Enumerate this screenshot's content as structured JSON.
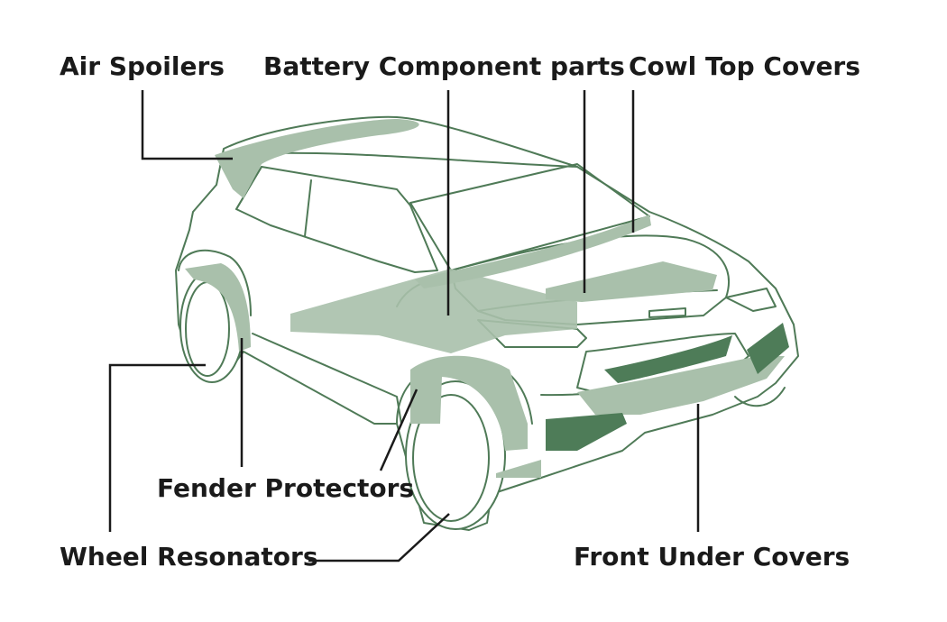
{
  "labels": {
    "air_spoilers": "Air Spoilers",
    "battery_component_parts": "Battery Component parts",
    "cowl_top_covers": "Cowl Top Covers",
    "fender_protectors": "Fender Protectors",
    "wheel_resonators": "Wheel Resonators",
    "front_under_covers": "Front Under Covers"
  },
  "colors": {
    "outline": "#4f7a57",
    "fill_light": "#a9c0ab",
    "fill_dark": "#4e7c58",
    "body_fill": "#ffffff",
    "leader_line": "#1a1a1a"
  }
}
